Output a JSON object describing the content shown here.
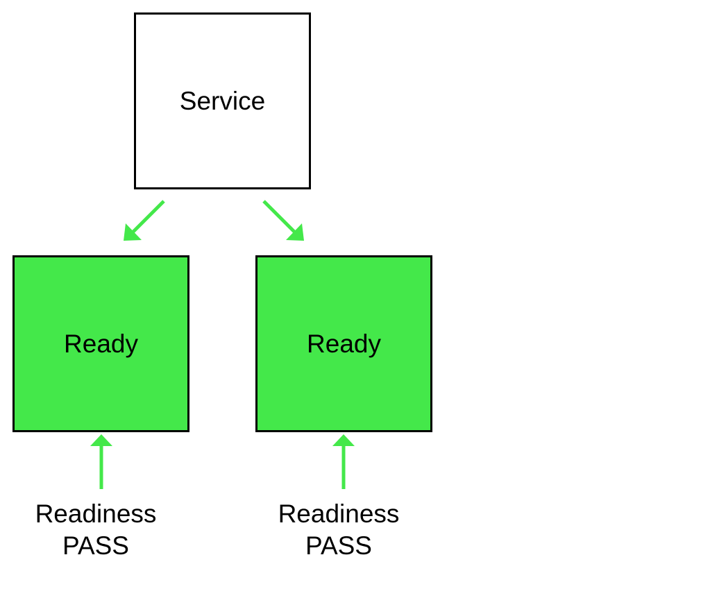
{
  "colors": {
    "ready_fill": "#44e84a",
    "arrow": "#44e84a",
    "service_fill": "#ffffff",
    "border": "#000000"
  },
  "service": {
    "label": "Service"
  },
  "pods": [
    {
      "status_label": "Ready",
      "probe_label": "Readiness",
      "probe_result": "PASS"
    },
    {
      "status_label": "Ready",
      "probe_label": "Readiness",
      "probe_result": "PASS"
    }
  ]
}
